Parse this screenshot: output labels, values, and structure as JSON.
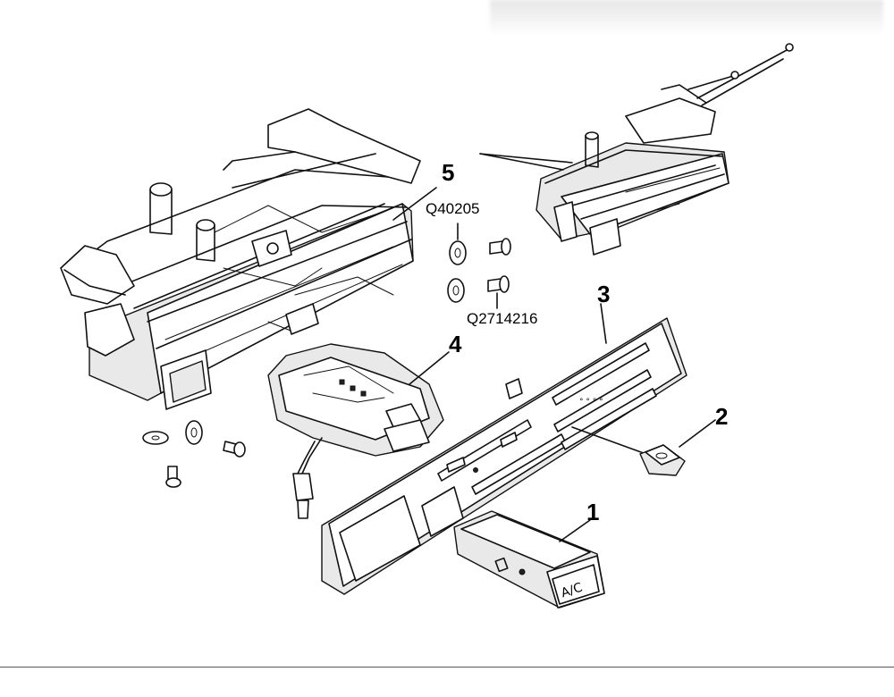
{
  "diagram": {
    "callouts": [
      {
        "id": "1",
        "text": "1"
      },
      {
        "id": "2",
        "text": "2"
      },
      {
        "id": "3",
        "text": "3"
      },
      {
        "id": "4",
        "text": "4"
      },
      {
        "id": "5",
        "text": "5"
      }
    ],
    "part_numbers": {
      "washer": "Q40205",
      "screw": "Q2714216"
    },
    "switch_legend": "A/C"
  }
}
